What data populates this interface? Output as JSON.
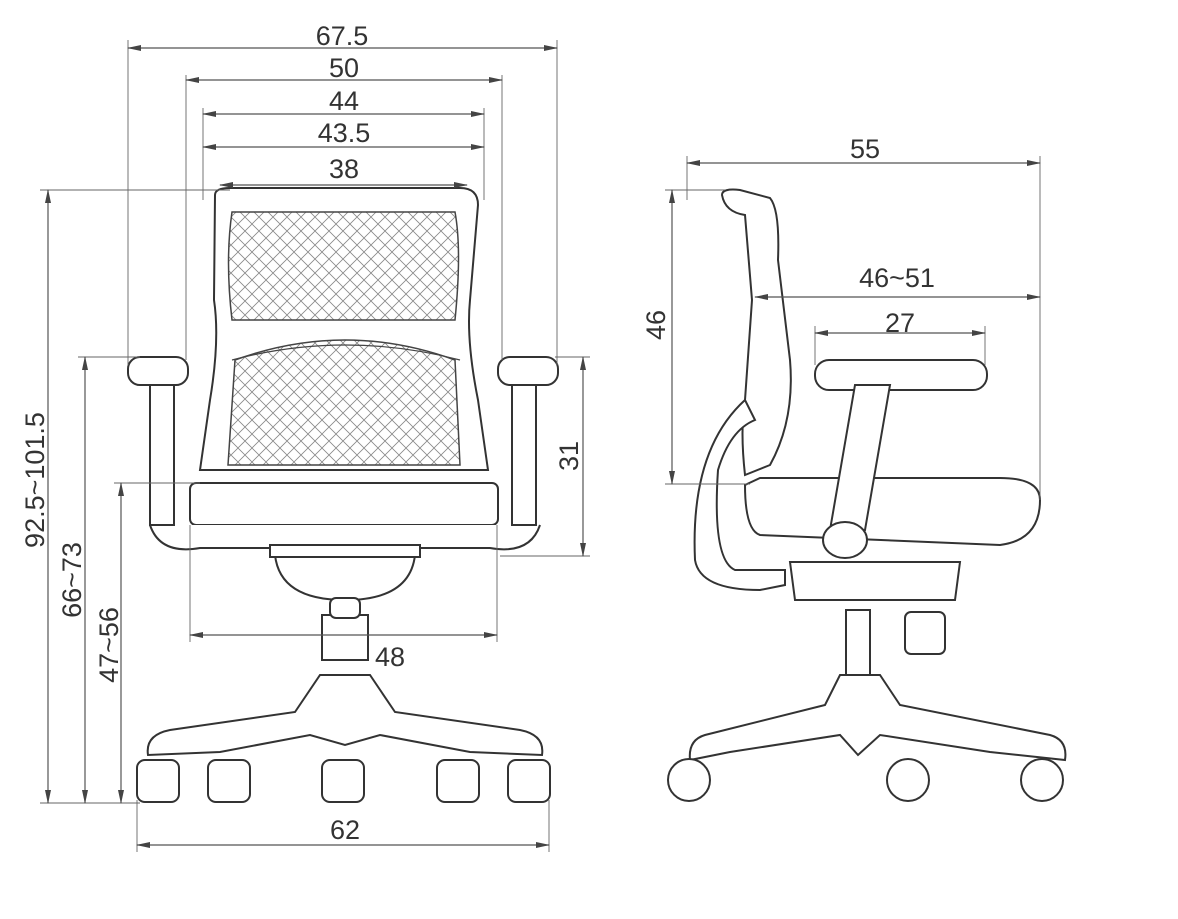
{
  "diagram": {
    "front_view": {
      "overall_width": "67.5",
      "armrest_outer_width": "50",
      "backrest_width": "44",
      "backrest_inner_width": "43.5",
      "mesh_width": "38",
      "overall_height": "92.5~101.5",
      "armrest_height": "66~73",
      "seat_height": "47~56",
      "armrest_to_seat": "31",
      "seat_width": "48",
      "base_diameter": "62"
    },
    "side_view": {
      "overall_depth": "55",
      "seat_depth": "46~51",
      "armrest_length": "27",
      "backrest_height": "46"
    },
    "line_color": "#333333"
  }
}
